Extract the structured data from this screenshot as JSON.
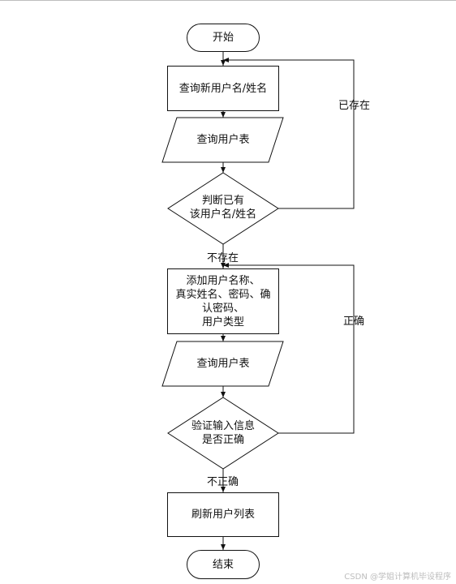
{
  "nodes": {
    "start": "开始",
    "query_name": "查询新用户名/姓名",
    "query_table_1": "查询用户表",
    "check_exists": "判断已有\n该用户名/姓名",
    "add_user": "添加用户名称、\n真实姓名、密码、确\n认密码、\n用户类型",
    "query_table_2": "查询用户表",
    "verify": "验证输入信息\n是否正确",
    "refresh": "刷新用户列表",
    "end": "结束"
  },
  "edge_labels": {
    "exists": "已存在",
    "not_exists": "不存在",
    "correct": "正确",
    "incorrect": "不正确"
  },
  "watermark": "CSDN @学姐计算机毕设程序"
}
